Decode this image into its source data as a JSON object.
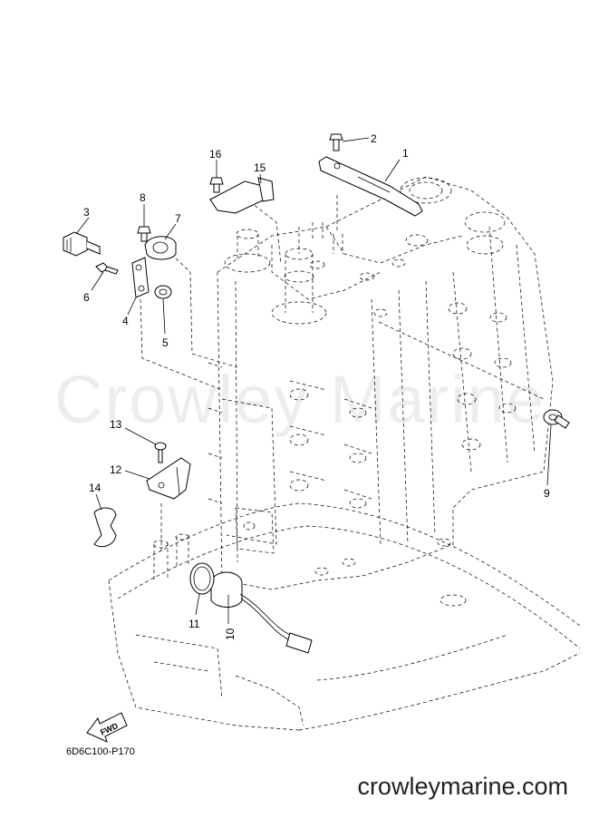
{
  "callouts": [
    {
      "id": "1",
      "label": "1"
    },
    {
      "id": "2",
      "label": "2"
    },
    {
      "id": "3",
      "label": "3"
    },
    {
      "id": "4",
      "label": "4"
    },
    {
      "id": "5",
      "label": "5"
    },
    {
      "id": "6",
      "label": "6"
    },
    {
      "id": "7",
      "label": "7"
    },
    {
      "id": "8",
      "label": "8"
    },
    {
      "id": "9",
      "label": "9"
    },
    {
      "id": "10",
      "label": "10"
    },
    {
      "id": "11",
      "label": "11"
    },
    {
      "id": "12",
      "label": "12"
    },
    {
      "id": "13",
      "label": "13"
    },
    {
      "id": "14",
      "label": "14"
    },
    {
      "id": "15",
      "label": "15"
    },
    {
      "id": "16",
      "label": "16"
    }
  ],
  "fwd_label": "FWD",
  "diagram_code": "6D6C100-P170",
  "watermark": "Crowley Marine",
  "site_url": "crowleymarine.com"
}
